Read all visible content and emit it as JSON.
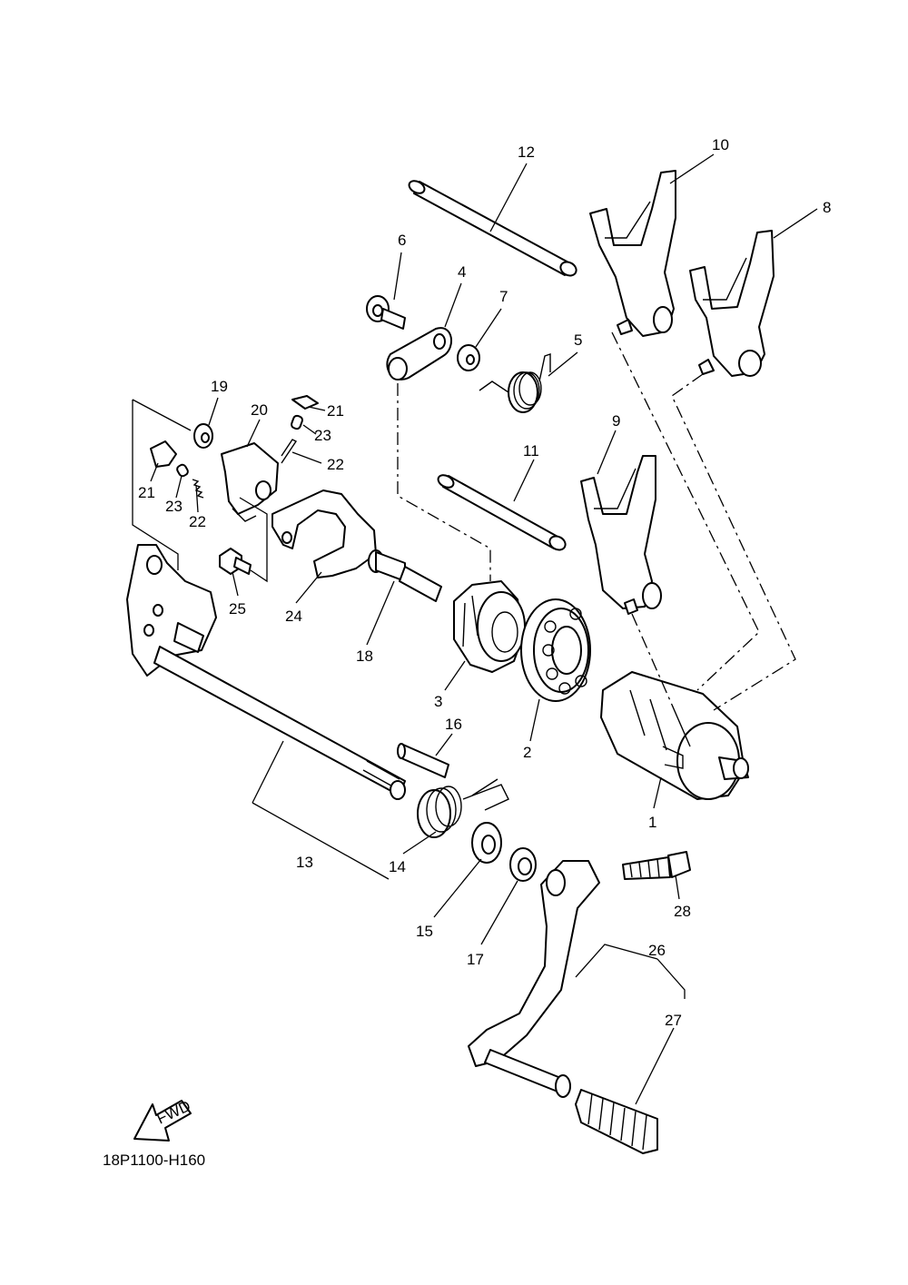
{
  "diagram": {
    "callouts": {
      "c1": "1",
      "c2": "2",
      "c3": "3",
      "c4": "4",
      "c5": "5",
      "c6": "6",
      "c7": "7",
      "c8": "8",
      "c9": "9",
      "c10": "10",
      "c11": "11",
      "c12": "12",
      "c13": "13",
      "c14": "14",
      "c15": "15",
      "c16": "16",
      "c17": "17",
      "c18": "18",
      "c19": "19",
      "c20": "20",
      "c21a": "21",
      "c21b": "21",
      "c22a": "22",
      "c22b": "22",
      "c23a": "23",
      "c23b": "23",
      "c24": "24",
      "c25": "25",
      "c26": "26",
      "c27": "27",
      "c28": "28"
    },
    "fwd_label": "FWD",
    "drawing_code": "18P1100-H160"
  }
}
